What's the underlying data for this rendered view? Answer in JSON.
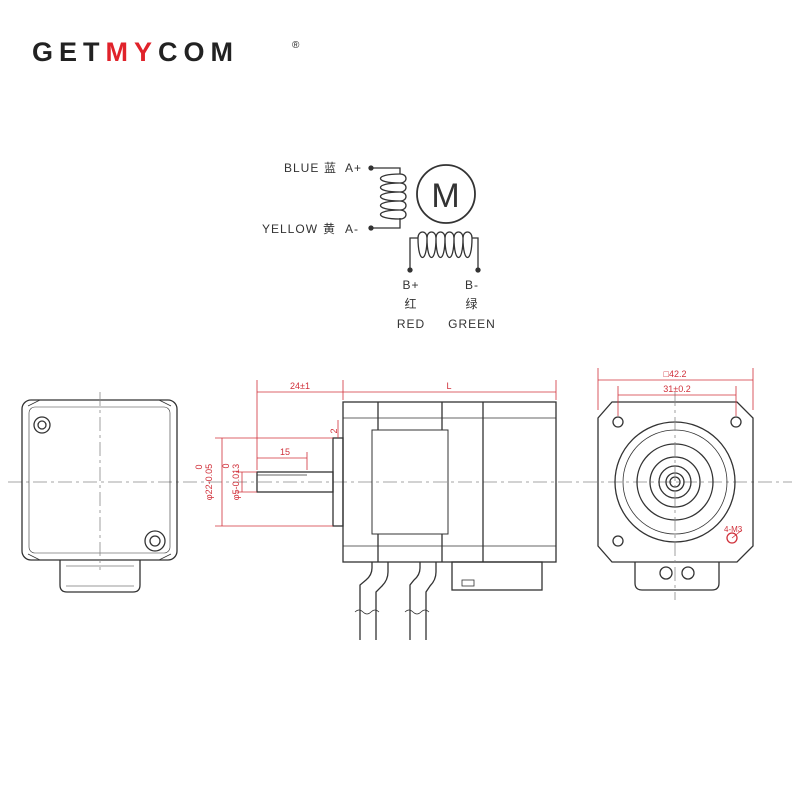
{
  "brand": {
    "logo_left": "GET",
    "logo_accent": "MY",
    "logo_right": "COM",
    "registered_mark": "®",
    "accent_color": "#e0222a",
    "text_color": "#222222"
  },
  "wiring": {
    "motor_symbol": "M",
    "phase_a_plus": {
      "color": "BLUE",
      "color_cn": "蓝",
      "terminal": "A+"
    },
    "phase_a_minus": {
      "color": "YELLOW",
      "color_cn": "黄",
      "terminal": "A-"
    },
    "phase_b_plus": {
      "terminal": "B+",
      "color_cn": "红",
      "color": "RED"
    },
    "phase_b_minus": {
      "terminal": "B-",
      "color_cn": "绿",
      "color": "GREEN"
    }
  },
  "dimensions": {
    "shaft_extension": "24±1",
    "body_length": "L",
    "flat_length": "15",
    "boss_height": "2",
    "boss_diameter": "φ22-0.05",
    "boss_diameter_tol": "0",
    "shaft_diameter": "φ5-0.013",
    "shaft_diameter_tol": "0",
    "flange_size": "□42.2",
    "hole_spacing": "31±0.2",
    "mount_hole": "4-M3",
    "dimension_color": "#d0303a"
  }
}
